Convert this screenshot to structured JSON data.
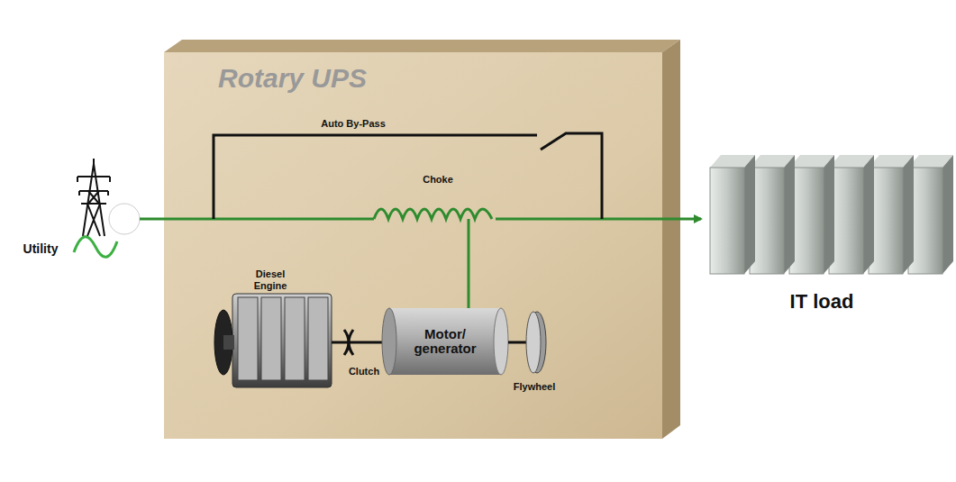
{
  "diagram": {
    "nodes": [
      {
        "text": [
          "Rotary UPS"
        ]
      },
      {
        "text": [
          "Motor/ generator"
        ],
        "in": 0
      }
    ],
    "labels": [
      "Utility",
      "Auto By-Pass",
      "Choke",
      "Diesel Engine",
      "Clutch",
      "Flywheel",
      "IT load"
    ]
  }
}
